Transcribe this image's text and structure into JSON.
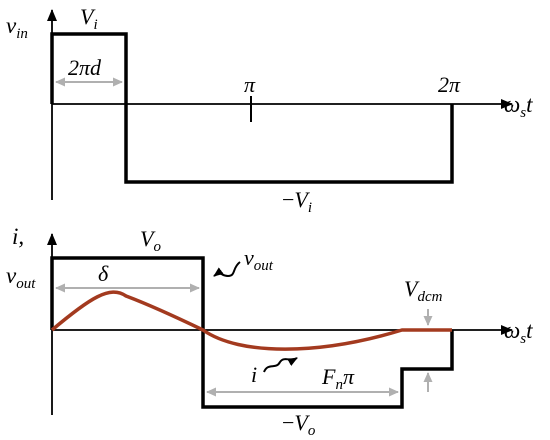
{
  "top_plot": {
    "y_axis_label": "v",
    "y_axis_label_sub": "in",
    "x_axis_label": "ω",
    "x_axis_label_sub": "s",
    "x_axis_label_tail": "t",
    "pulse_high_label": "V",
    "pulse_high_sub": "i",
    "duty_label": "2πd",
    "tick_pi_label": "π",
    "tick_2pi_label": "2π",
    "pulse_low_label_sign": "−",
    "pulse_low_label": "V",
    "pulse_low_sub": "i"
  },
  "bottom_plot": {
    "y_axis_label_line1": "i,",
    "y_axis_label_line2": "v",
    "y_axis_label_line2_sub": "out",
    "x_axis_label": "ω",
    "x_axis_label_sub": "s",
    "x_axis_label_tail": "t",
    "pulse_high_label": "V",
    "pulse_high_sub": "o",
    "delta_label": "δ",
    "vout_callout": "v",
    "vout_callout_sub": "out",
    "vdcm_label": "V",
    "vdcm_sub": "dcm",
    "current_callout": "i",
    "fn_label": "F",
    "fn_sub": "n",
    "fn_tail": "π",
    "pulse_low_label_sign": "−",
    "pulse_low_label": "V",
    "pulse_low_sub": "o"
  },
  "colors": {
    "waveform": "#000000",
    "current": "#a33a1f",
    "dimension": "#b0b0b0",
    "axis": "#000000"
  }
}
